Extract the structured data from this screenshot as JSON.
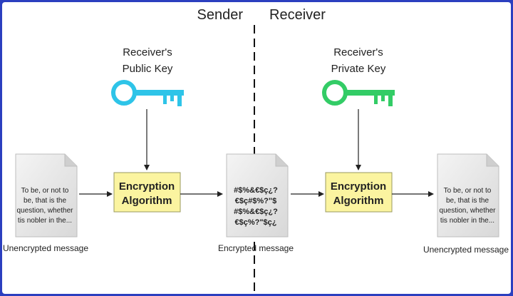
{
  "headings": {
    "sender": "Sender",
    "receiver": "Receiver"
  },
  "keys": {
    "public": {
      "line1": "Receiver's",
      "line2": "Public Key",
      "color": "#2ec4e8"
    },
    "private": {
      "line1": "Receiver's",
      "line2": "Private Key",
      "color": "#33cc66"
    }
  },
  "algorithm": {
    "line1": "Encryption",
    "line2": "Algorithm",
    "fill": "#fbf4a0"
  },
  "documents": {
    "plain": [
      "To be, or not to",
      "be, that is the",
      "question, whether",
      "tis nobler in the..."
    ],
    "cipher": [
      "#$%&€$ç¿?",
      "€$ç#$%?\"$",
      "#$%&€$ç¿?",
      "€$ç%?\"$ç¿"
    ]
  },
  "captions": {
    "unencrypted": "Unencrypted message",
    "encrypted": "Encrypted message"
  },
  "colors": {
    "border": "#2b3fbf",
    "paper": "#e8e8e8"
  }
}
